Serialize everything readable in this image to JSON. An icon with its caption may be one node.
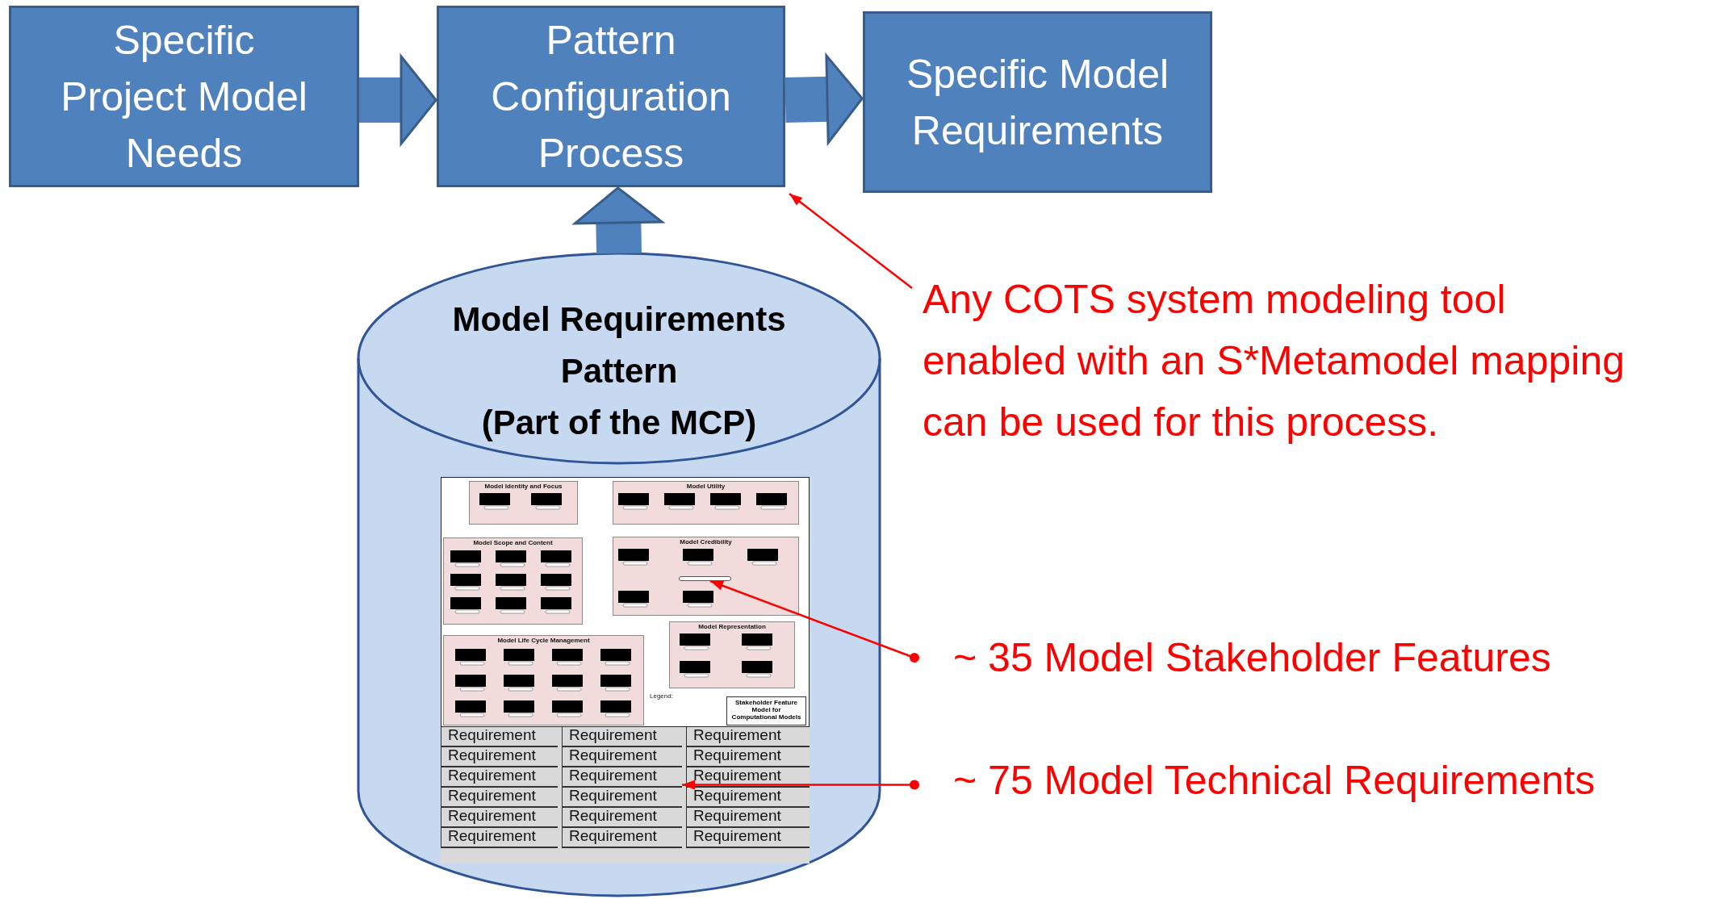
{
  "diagram": {
    "nodes": [
      {
        "text": [
          "Specific Project Model Needs"
        ]
      },
      {
        "text": [
          "Pattern Configuration Process"
        ]
      },
      {
        "text": [
          "Specific Model Requirements"
        ]
      },
      {
        "text": [
          "Model Requirements Pattern",
          "(Part of the MCP)"
        ]
      },
      {
        "text": [],
        "shape": "picture",
        "in": 3
      },
      {
        "text": [
          "Model Identity and Focus"
        ],
        "in": 4
      },
      {
        "text": [
          "Model Utility"
        ],
        "in": 4
      },
      {
        "text": [
          "Model Scope and Content"
        ],
        "in": 4
      },
      {
        "text": [
          "Model Credibility"
        ],
        "in": 4
      },
      {
        "text": [
          "Model Life Cycle Management"
        ],
        "in": 4
      },
      {
        "text": [
          "Model Representation"
        ],
        "in": 4
      },
      {
        "text": [],
        "shape": "box",
        "in": 8
      },
      {
        "text": [
          "Stakeholder Feature Model for Computational Models"
        ],
        "in": 4
      },
      {
        "text": [],
        "shape": "box",
        "in": 3
      },
      {
        "text": [
          "Requirement"
        ],
        "in": 13
      },
      {
        "text": [
          "Requirement"
        ],
        "in": 13
      },
      {
        "text": [
          "Requirement"
        ],
        "in": 13
      },
      {
        "text": [
          "Requirement"
        ],
        "in": 13
      },
      {
        "text": [
          "Requirement"
        ],
        "in": 13
      },
      {
        "text": [
          "Requirement"
        ],
        "in": 13
      },
      {
        "text": [
          "Requirement"
        ],
        "in": 13
      },
      {
        "text": [
          "Requirement"
        ],
        "in": 13
      },
      {
        "text": [
          "Requirement"
        ],
        "in": 13
      },
      {
        "text": [
          "Requirement"
        ],
        "in": 13
      },
      {
        "text": [
          "Requirement"
        ],
        "in": 13
      },
      {
        "text": [
          "Requirement"
        ],
        "in": 13
      },
      {
        "text": [
          "Requirement"
        ],
        "in": 13
      },
      {
        "text": [
          "Requirement"
        ],
        "in": 13
      },
      {
        "text": [
          "Requirement"
        ],
        "in": 13
      },
      {
        "text": [
          "Requirement"
        ],
        "in": 13
      },
      {
        "text": [
          "Requirement"
        ],
        "in": 13
      },
      {
        "text": [
          "Requirement"
        ],
        "in": 13
      },
      {
        "text": [
          "Any COTS system modeling tool enabled with an S*Metamodel mapping can be used for this process."
        ]
      },
      {
        "text": [
          "~ 35 Model Stakeholder Features"
        ]
      },
      {
        "text": [
          "~ 75 Model Technical Requirements"
        ]
      }
    ],
    "edges": [
      {
        "from": 0,
        "to": 1,
        "arrow": "to",
        "style": "thick"
      },
      {
        "from": 1,
        "to": 2,
        "arrow": "to",
        "style": "thick"
      },
      {
        "from": 3,
        "to": 1,
        "arrow": "to",
        "style": "thick"
      },
      {
        "from": 32,
        "to": 1,
        "arrow": "to",
        "color": "#ff0000"
      },
      {
        "from": 33,
        "to": 11,
        "arrow": "to",
        "color": "#ff0000"
      },
      {
        "from": 34,
        "to": 21,
        "arrow": "to",
        "color": "#ff0000"
      }
    ],
    "labels": [
      "Legend:"
    ]
  }
}
